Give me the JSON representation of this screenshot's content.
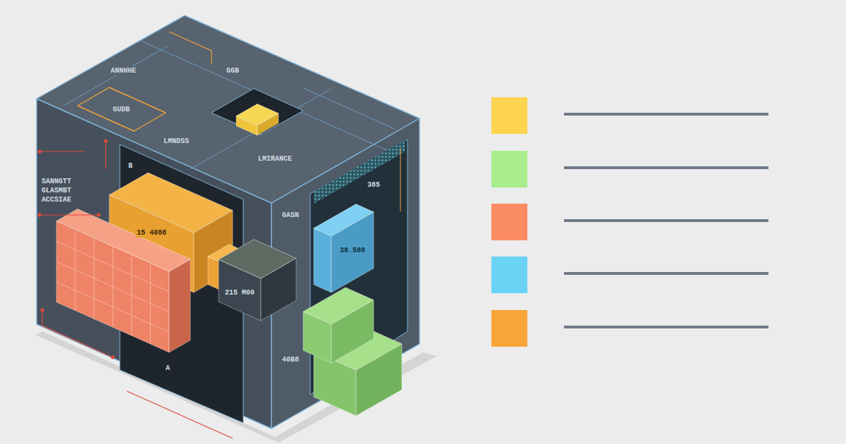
{
  "diagram": {
    "labels": [
      "ANNHHE",
      "GUDB",
      "GGB",
      "LMNDSS",
      "LMIRANCE",
      "SANNGTT GLASMBT ACCSIAE",
      "B",
      "GASN",
      "385",
      "15 4088",
      "38.588",
      "215 M00",
      "40B8",
      "A"
    ]
  }
}
